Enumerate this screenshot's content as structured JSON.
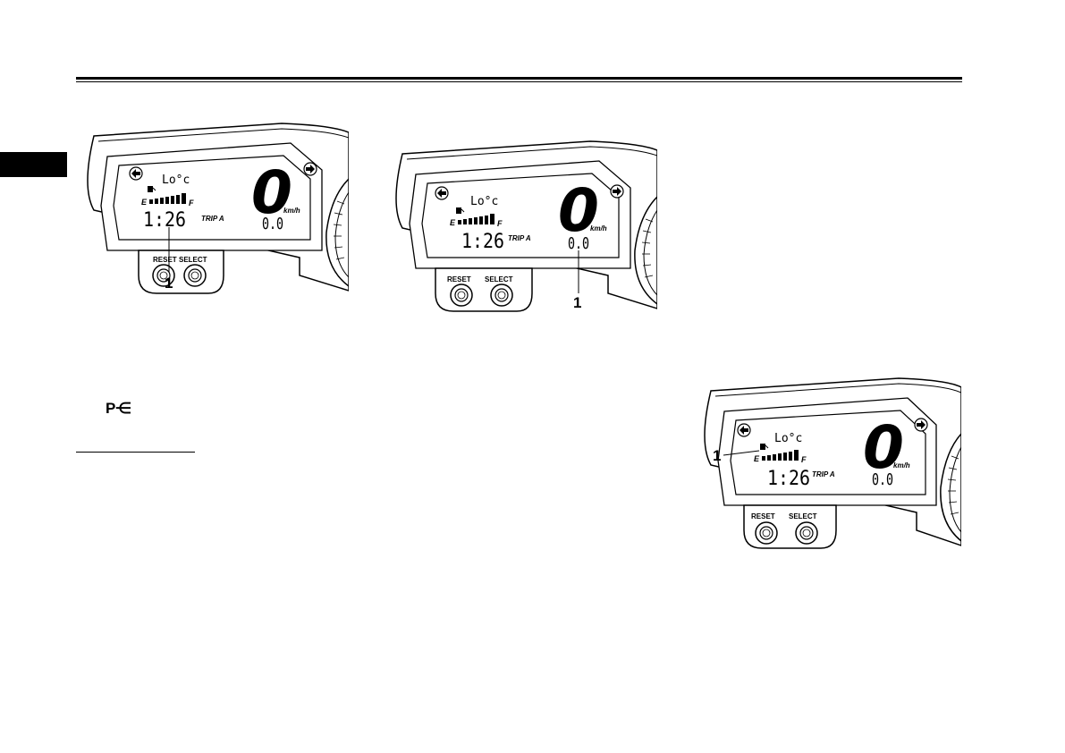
{
  "meter": {
    "temp_text": "Lo°c",
    "clock": "1:26",
    "trip_label": "TRIP A",
    "speed_digit": "0",
    "speed_unit": "km/h",
    "trip_value": "0.0",
    "fuel_empty": "E",
    "fuel_full": "F",
    "reset_label": "RESET",
    "select_label": "SELECT"
  },
  "figures": [
    {
      "callout": "1"
    },
    {
      "callout": "1"
    },
    {
      "callout": "1"
    }
  ],
  "parking_symbol": "P⋲"
}
